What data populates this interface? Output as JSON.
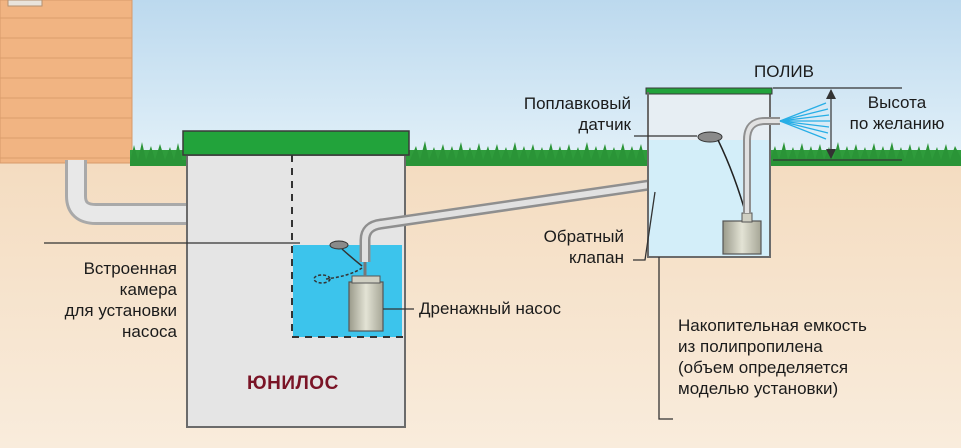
{
  "labels": {
    "poliv": "ПОЛИВ",
    "float_sensor_line1": "Поплавковый",
    "float_sensor_line2": "датчик",
    "height_line1": "Высота",
    "height_line2": "по желанию",
    "check_valve_line1": "Обратный",
    "check_valve_line2": "клапан",
    "chamber_line1": "Встроенная",
    "chamber_line2": "камера",
    "chamber_line3": "для установки",
    "chamber_line4": "насоса",
    "drain_pump": "Дренажный насос",
    "storage_line1": "Накопительная емкость",
    "storage_line2": "из полипропилена",
    "storage_line3": "(объем определяется",
    "storage_line4": "моделью установки)",
    "brand": "ЮНИЛОС"
  },
  "colors": {
    "sky": "#cfe5f3",
    "soil": "#f6e3cc",
    "grass": "#2e9a3a",
    "house_wall": "#f2b985",
    "tank_fill": "#e6e6e6",
    "tank_outline": "#6f6f6f",
    "lid_green": "#22a33b",
    "water": "#3cc3ea",
    "storage_water": "#d3eef9",
    "pipe": "#c8c8c8",
    "brand": "#7a1426"
  }
}
